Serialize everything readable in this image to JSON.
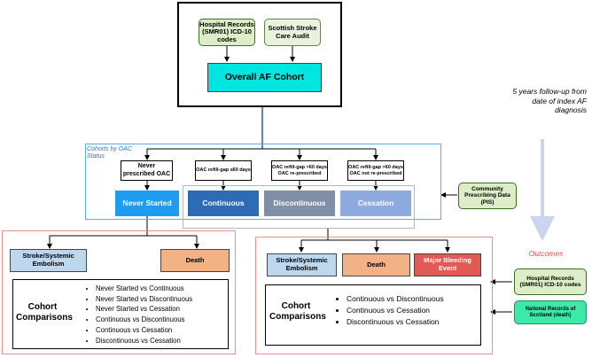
{
  "sources": {
    "hospital_records": "Hospital Records (SMR01) ICD-10 codes",
    "stroke_audit": "Scottish Stroke Care Audit",
    "prescribing": "Community Prescribing Data (PIS)",
    "hospital_records_outcomes": "Hospital Records (SMR01) ICD-10 codes",
    "national_records": "National Records of Scotland (death)"
  },
  "cohort": {
    "title": "Overall AF Cohort"
  },
  "followup": "5 years follow-up from date of index AF diagnosis",
  "outcomes_label": "Outcomes",
  "oac_status": {
    "label": "Cohorts by OAC Status",
    "criteria": [
      "Never prescribed OAC",
      "OAC refill-gap ≤60 days",
      "OAC refill-gap >60 days OAC re-prescribed",
      "OAC refill-gap >60 days OAC not re-prescribed"
    ],
    "groups": [
      "Never Started",
      "Continuous",
      "Discontinuous",
      "Cessation"
    ]
  },
  "left_panel": {
    "outcomes": [
      "Stroke/Systemic Embolism",
      "Death"
    ],
    "heading": "Cohort Comparisons",
    "comparisons": [
      "Never Started vs Continuous",
      "Never Started vs Discontinuous",
      "Never Started vs Cessation",
      "Continuous vs Discontinuous",
      "Continuous vs Cessation",
      "Discontinuous vs Cessation"
    ]
  },
  "right_panel": {
    "outcomes": [
      "Stroke/Systemic Embolism",
      "Death",
      "Major Bleeding Event"
    ],
    "heading": "Cohort Comparisons",
    "comparisons": [
      "Continuous vs Discontinuous",
      "Continuous vs Cessation",
      "Discontinuous vs Cessation"
    ]
  },
  "colors": {
    "teal": "#00e5e0",
    "never_started": "#1e9cf0",
    "continuous": "#2e6bb5",
    "discontinuous": "#7f8fa6",
    "cessation": "#8eaade",
    "stroke": "#bcd7ee",
    "death": "#f2b285",
    "bleeding": "#e25a55",
    "panel_border": "#e8908e",
    "status_border": "#5ab0e6",
    "followup_arrow": "#c9d6ee"
  }
}
